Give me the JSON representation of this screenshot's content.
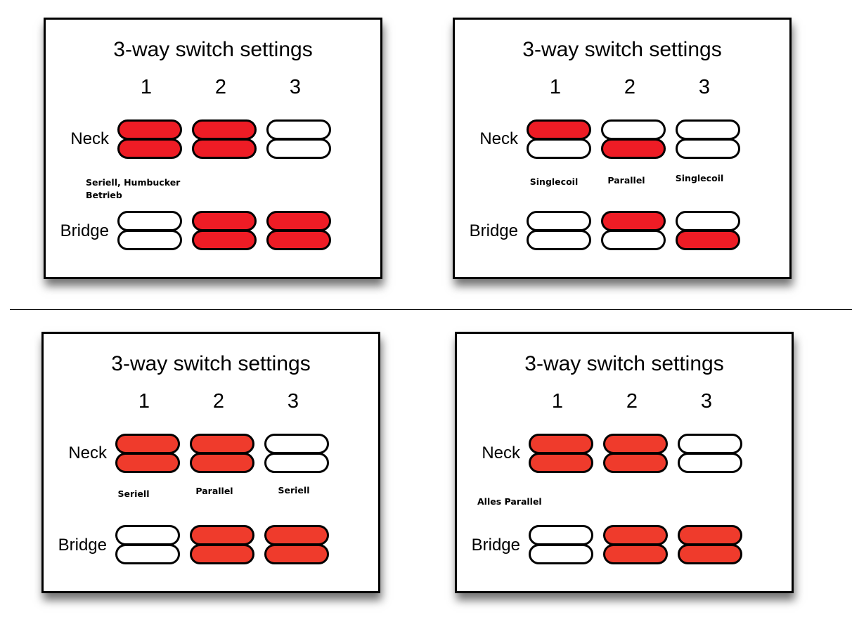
{
  "divider": true,
  "colors": {
    "active": "#ee1c25",
    "active_alt": "#ef3b2c",
    "inactive": "#ffffff",
    "outline": "#000000"
  },
  "panels": [
    {
      "title": "3-way switch settings",
      "columns": [
        "1",
        "2",
        "3"
      ],
      "rows": {
        "neck": {
          "label": "Neck",
          "coils": [
            [
              true,
              true
            ],
            [
              true,
              true
            ],
            [
              false,
              false
            ]
          ]
        },
        "bridge": {
          "label": "Bridge",
          "coils": [
            [
              false,
              false
            ],
            [
              true,
              true
            ],
            [
              true,
              true
            ]
          ]
        }
      },
      "notes": [
        "Seriell, Humbucker",
        "Betrieb"
      ]
    },
    {
      "title": "3-way switch settings",
      "columns": [
        "1",
        "2",
        "3"
      ],
      "rows": {
        "neck": {
          "label": "Neck",
          "coils": [
            [
              true,
              false
            ],
            [
              false,
              true
            ],
            [
              false,
              false
            ]
          ]
        },
        "bridge": {
          "label": "Bridge",
          "coils": [
            [
              false,
              false
            ],
            [
              true,
              false
            ],
            [
              false,
              true
            ]
          ]
        }
      },
      "notes": [
        "Singlecoil",
        "Parallel",
        "Singlecoil"
      ]
    },
    {
      "title": "3-way switch settings",
      "columns": [
        "1",
        "2",
        "3"
      ],
      "rows": {
        "neck": {
          "label": "Neck",
          "coils": [
            [
              true,
              true
            ],
            [
              true,
              true
            ],
            [
              false,
              false
            ]
          ]
        },
        "bridge": {
          "label": "Bridge",
          "coils": [
            [
              false,
              false
            ],
            [
              true,
              true
            ],
            [
              true,
              true
            ]
          ]
        }
      },
      "notes": [
        "Seriell",
        "Parallel",
        "Seriell"
      ]
    },
    {
      "title": "3-way switch settings",
      "columns": [
        "1",
        "2",
        "3"
      ],
      "rows": {
        "neck": {
          "label": "Neck",
          "coils": [
            [
              true,
              true
            ],
            [
              true,
              true
            ],
            [
              false,
              false
            ]
          ]
        },
        "bridge": {
          "label": "Bridge",
          "coils": [
            [
              false,
              false
            ],
            [
              true,
              true
            ],
            [
              true,
              true
            ]
          ]
        }
      },
      "notes": [
        "Alles Parallel"
      ]
    }
  ]
}
